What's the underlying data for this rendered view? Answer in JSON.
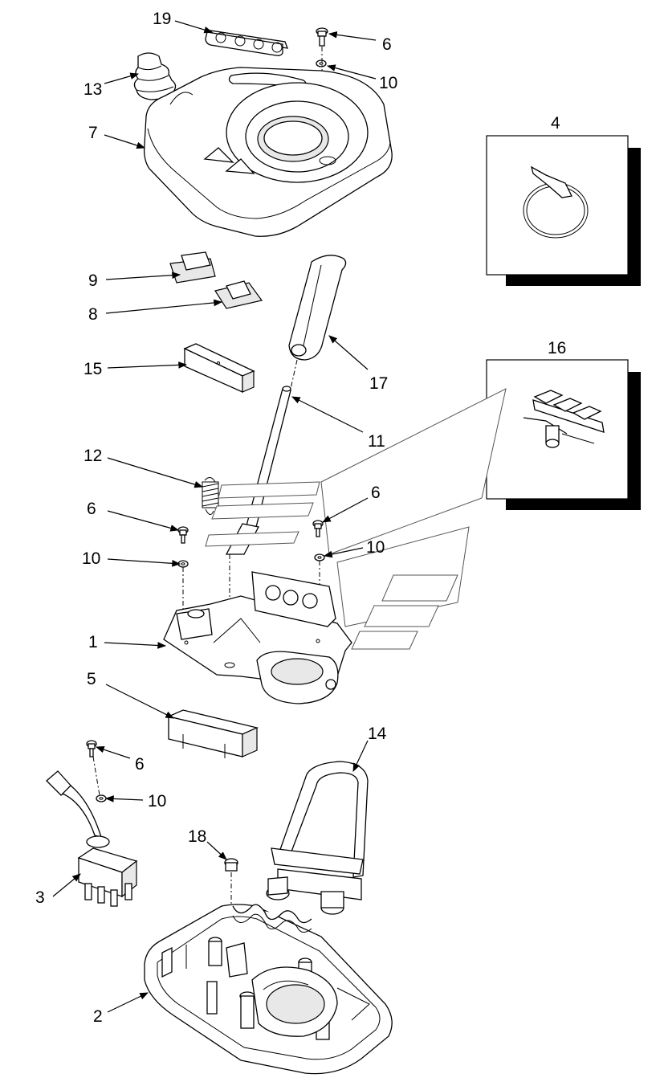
{
  "diagram": {
    "callouts": {
      "c19": "19",
      "c6_top": "6",
      "c10_top": "10",
      "c13": "13",
      "c7": "7",
      "c4": "4",
      "c9": "9",
      "c8": "8",
      "c17": "17",
      "c16": "16",
      "c15": "15",
      "c11": "11",
      "c12": "12",
      "c6_left": "6",
      "c6_right": "6",
      "c10_left": "10",
      "c10_right": "10",
      "c1": "1",
      "c5": "5",
      "c14": "14",
      "c6_switch": "6",
      "c10_switch": "10",
      "c18": "18",
      "c3": "3",
      "c2": "2"
    }
  },
  "colors": {
    "line": "#000000",
    "background": "#ffffff",
    "inset_shadow": "#000000",
    "part_fill": "#ffffff",
    "part_shade": "#e8e8e8"
  }
}
